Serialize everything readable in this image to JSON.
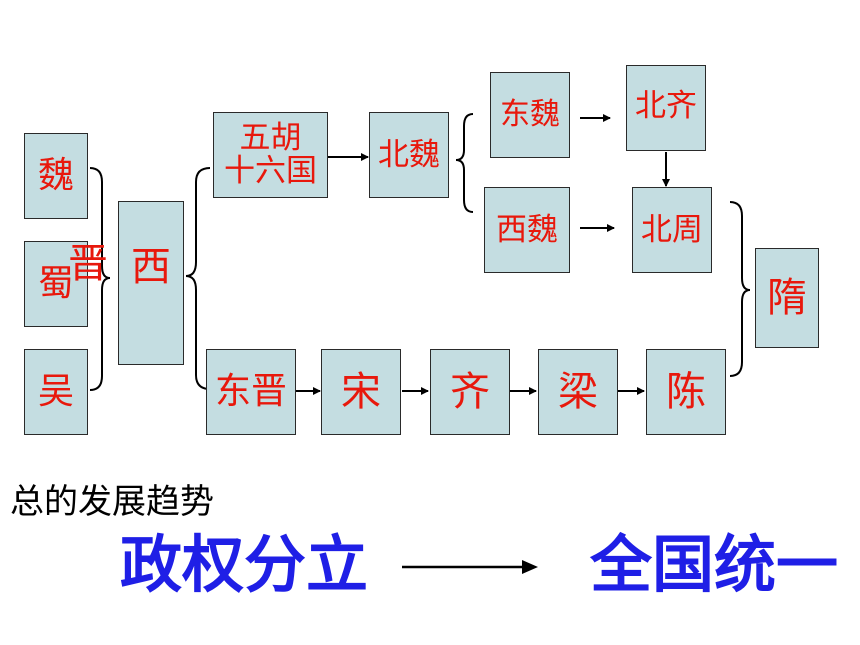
{
  "nodes": {
    "wei": "魏",
    "shu": "蜀",
    "wu": "吴",
    "jin": "晋",
    "xi": "西",
    "wuhu_line1": "五胡",
    "wuhu_line2": "十六国",
    "beiwei": "北魏",
    "dongwei": "东魏",
    "xiwei": "西魏",
    "beiqi": "北齐",
    "beizhou": "北周",
    "sui": "隋",
    "dongjin": "东晋",
    "song": "宋",
    "qi": "齐",
    "liang": "梁",
    "chen": "陈"
  },
  "summary": {
    "trend_label": "总的发展趋势",
    "from": "政权分立",
    "to": "全国统一"
  },
  "colors": {
    "box_fill": "#c4dde1",
    "node_text": "#e8180c",
    "summary_text": "#1f1fe6"
  }
}
